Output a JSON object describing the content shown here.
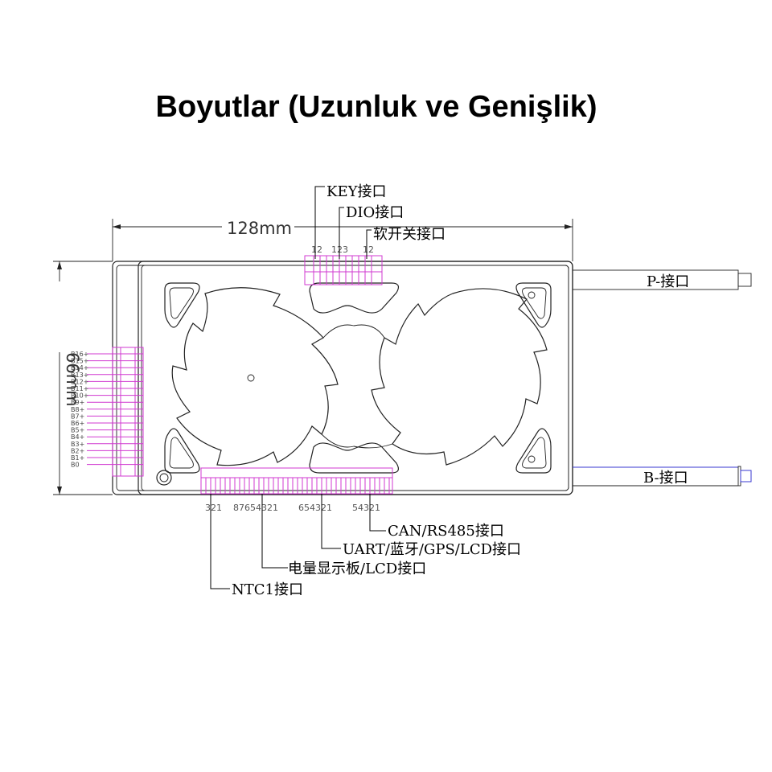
{
  "title": "Boyutlar (Uzunluk ve Genişlik)",
  "dimensions": {
    "length": "128mm",
    "width": "66mm"
  },
  "top_connectors": {
    "key": {
      "label": "KEY接口",
      "pins": "12"
    },
    "dio": {
      "label": "DIO接口",
      "pins": "123"
    },
    "soft_switch": {
      "label": "软开关接口",
      "pins": "12"
    }
  },
  "side_ports": {
    "p": "P-接口",
    "b": "B-接口"
  },
  "bottom_connectors": {
    "ntc": {
      "label": "NTC1接口",
      "pins": "321"
    },
    "display": {
      "label": "电量显示板/LCD接口",
      "pins": "87654321"
    },
    "uart": {
      "label": "UART/蓝牙/GPS/LCD接口",
      "pins": "654321"
    },
    "can": {
      "label": "CAN/RS485接口",
      "pins": "54321"
    }
  },
  "balance_pins": [
    "B16+",
    "B15+",
    "B14+",
    "B13+",
    "B12+",
    "B11+",
    "B10+",
    "B9+",
    "B8+",
    "B7+",
    "B6+",
    "B5+",
    "B4+",
    "B3+",
    "B2+",
    "B1+",
    "B0"
  ],
  "colors": {
    "outline": "#222222",
    "connector": "#d13ad1",
    "port_b": "#3a3ad1"
  }
}
